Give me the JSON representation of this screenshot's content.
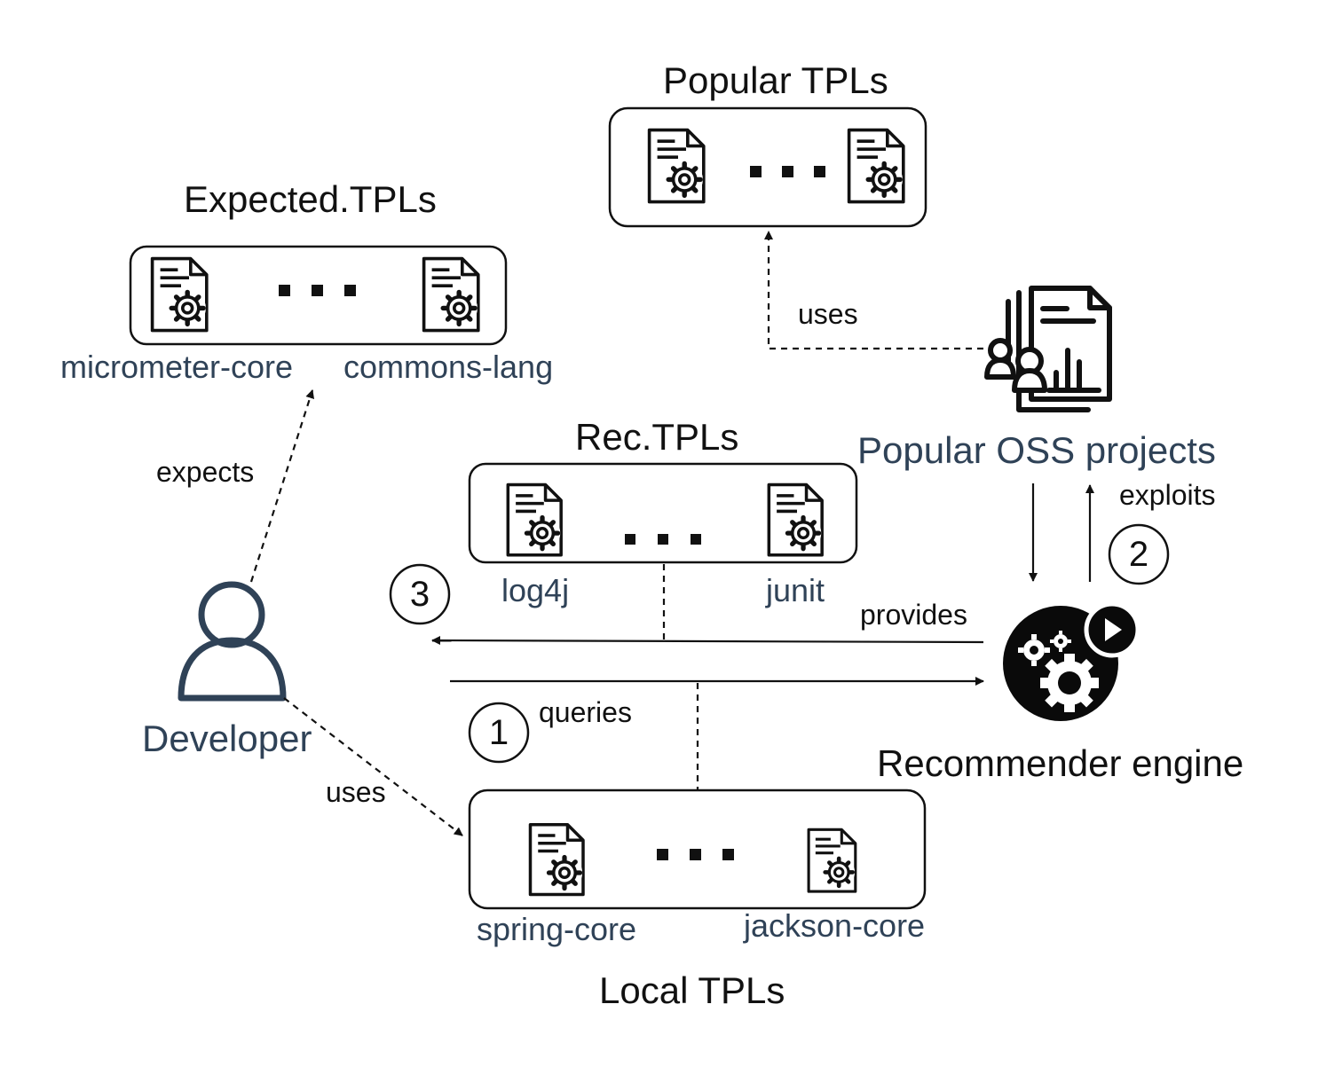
{
  "groups": {
    "popular": {
      "title": "Popular TPLs"
    },
    "expected": {
      "title": "Expected.TPLs",
      "items": [
        "micrometer-core",
        "commons-lang"
      ]
    },
    "rec": {
      "title": "Rec.TPLs",
      "items": [
        "log4j",
        "junit"
      ]
    },
    "local": {
      "title": "Local TPLs",
      "items": [
        "spring-core",
        "jackson-core"
      ]
    }
  },
  "actors": {
    "developer": "Developer",
    "oss": "Popular OSS projects",
    "engine": "Recommender engine"
  },
  "edges": {
    "uses_popular": "uses",
    "expects": "expects",
    "exploits": "exploits",
    "provides": "provides",
    "queries": "queries",
    "uses_local": "uses"
  },
  "steps": [
    "1",
    "2",
    "3"
  ],
  "icons": {
    "library": "library-document-gear-icon",
    "ellipsis": "ellipsis-dots-icon",
    "developer": "user-icon",
    "oss": "report-users-chart-icon",
    "engine": "gears-play-icon"
  },
  "colors": {
    "stroke": "#111111",
    "name_text": "#2f4257"
  }
}
